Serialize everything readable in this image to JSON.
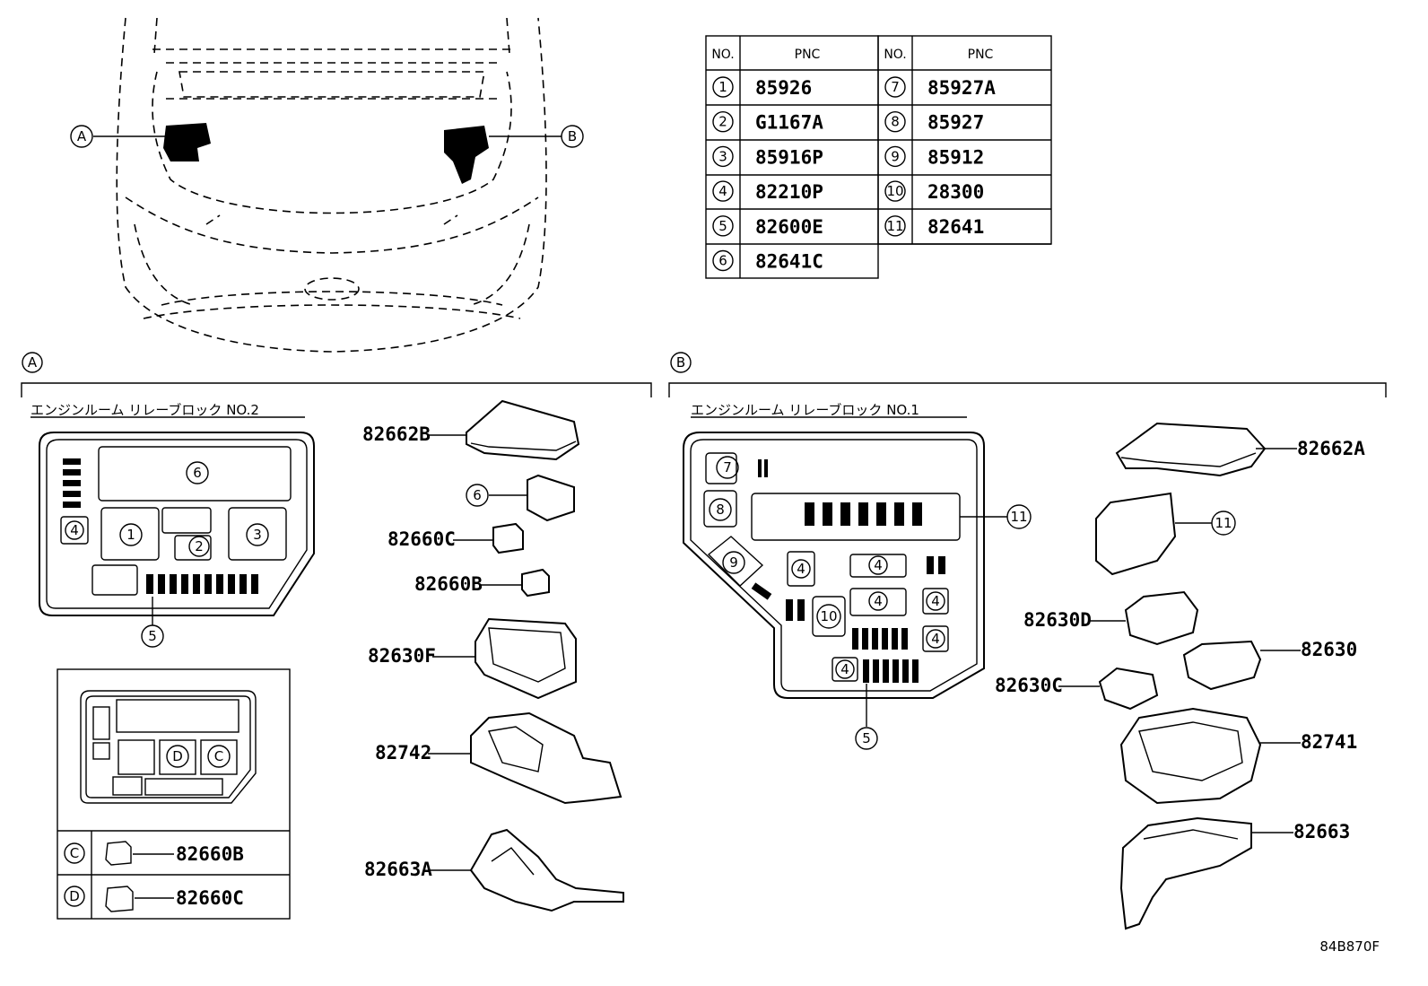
{
  "table": {
    "headers": [
      "NO.",
      "PNC",
      "NO.",
      "PNC"
    ],
    "rows": [
      {
        "no": "1",
        "pnc": "85926"
      },
      {
        "no": "2",
        "pnc": "G1167A"
      },
      {
        "no": "3",
        "pnc": "85916P"
      },
      {
        "no": "4",
        "pnc": "82210P"
      },
      {
        "no": "5",
        "pnc": "82600E"
      },
      {
        "no": "6",
        "pnc": "82641C"
      },
      {
        "no": "7",
        "pnc": "85927A"
      },
      {
        "no": "8",
        "pnc": "85927"
      },
      {
        "no": "9",
        "pnc": "85912"
      },
      {
        "no": "10",
        "pnc": "28300"
      },
      {
        "no": "11",
        "pnc": "82641"
      }
    ]
  },
  "callouts": {
    "a": "A",
    "b": "B",
    "c": "C",
    "d": "D"
  },
  "sections": {
    "a": {
      "title": "エンジンルーム リレーブロック NO.2"
    },
    "b": {
      "title": "エンジンルーム リレーブロック NO.1"
    }
  },
  "part_labels": {
    "p82662B": "82662B",
    "p82660C": "82660C",
    "p82660B": "82660B",
    "p82630F": "82630F",
    "p82742": "82742",
    "p82663A": "82663A",
    "p82662A": "82662A",
    "p82630D": "82630D",
    "p82630": "82630",
    "p82630C": "82630C",
    "p82741": "82741",
    "p82663": "82663",
    "c_82660B": "82660B",
    "d_82660C": "82660C"
  },
  "figure_code": "84B870F"
}
